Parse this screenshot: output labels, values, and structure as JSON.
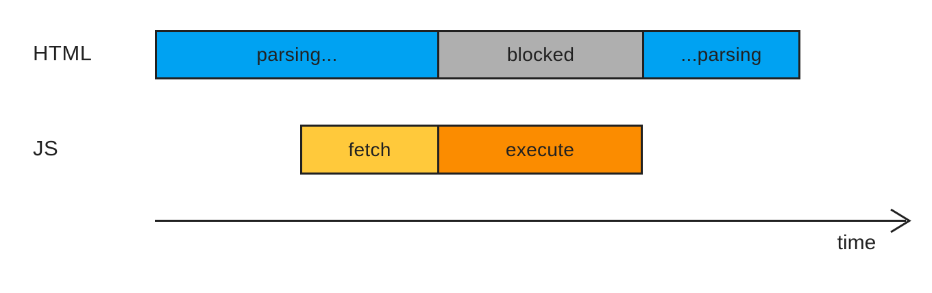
{
  "diagram": {
    "title_implicit": "script loading blocks HTML parsing timeline",
    "rows": [
      {
        "label": "HTML",
        "segments": [
          {
            "text": "parsing...",
            "state": "parsing",
            "color": "#00A2F2"
          },
          {
            "text": "blocked",
            "state": "blocked",
            "color": "#AFAFAF"
          },
          {
            "text": "...parsing",
            "state": "parsing",
            "color": "#00A2F2"
          }
        ]
      },
      {
        "label": "JS",
        "segments": [
          {
            "text": "fetch",
            "state": "fetch",
            "color": "#FFC93B"
          },
          {
            "text": "execute",
            "state": "execute",
            "color": "#FB8C00"
          }
        ]
      }
    ],
    "axis": {
      "label": "time",
      "direction": "right"
    }
  },
  "colors": {
    "parsing_blue": "#00A2F2",
    "blocked_gray": "#AFAFAF",
    "fetch_yellow": "#FFC93B",
    "execute_orange": "#FB8C00",
    "ink": "#212121",
    "background": "#FFFFFF"
  }
}
